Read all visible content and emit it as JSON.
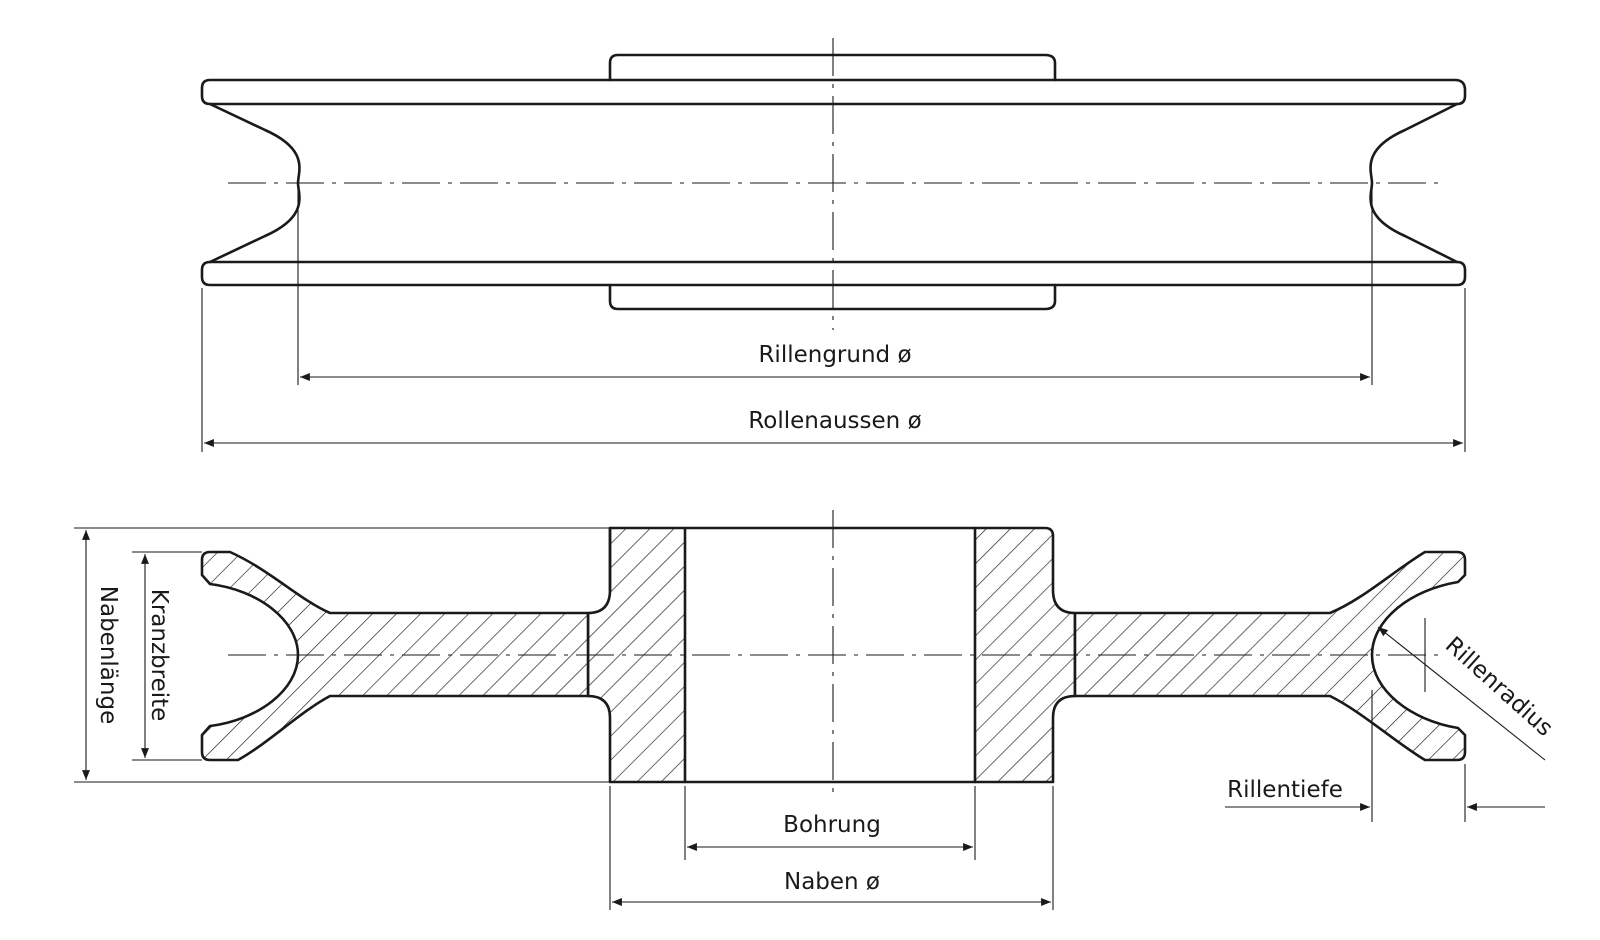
{
  "labels": {
    "rillengrund": "Rillengrund ø",
    "rollenaussen": "Rollenaussen ø",
    "kranzbreite": "Kranzbreite",
    "nabenlaenge": "Nabenlänge",
    "bohrung": "Bohrung",
    "naben": "Naben ø",
    "rillenradius": "Rillenradius",
    "rillentiefe": "Rillentiefe"
  },
  "colors": {
    "ink": "#1a1a1a",
    "paper": "#ffffff"
  }
}
